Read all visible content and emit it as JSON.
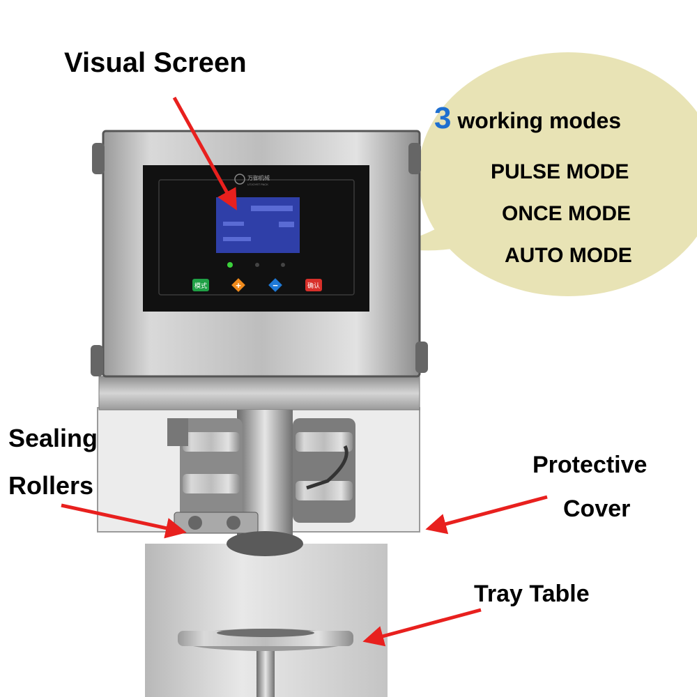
{
  "labels": {
    "visual_screen": "Visual Screen",
    "sealing": "Sealing",
    "rollers": "Rollers",
    "protective": "Protective",
    "cover": "Cover",
    "tray_table": "Tray Table"
  },
  "modes_bubble": {
    "count": "3",
    "heading": "working modes",
    "modes": [
      "PULSE MODE",
      "ONCE MODE",
      "AUTO MODE"
    ]
  },
  "panel": {
    "brand": "万御机械",
    "brand_sub": "UTJOYET PACK",
    "buttons": [
      "模式",
      "+",
      "−",
      "确认"
    ]
  },
  "colors": {
    "arrow": "#e8201e",
    "bubble": "#e8e3b5",
    "count": "#1e6fd0",
    "lcd": "#2f3fa8"
  }
}
